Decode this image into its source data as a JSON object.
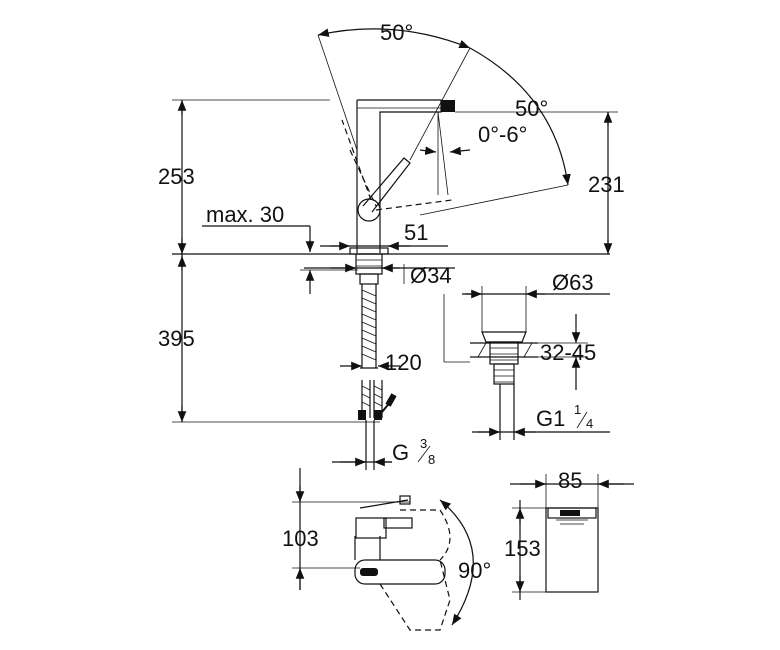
{
  "drawing": {
    "top_angle": "50°",
    "side_angle": "50°",
    "tilt": "0°-6°",
    "height_total": "253",
    "height_spout": "231",
    "max_label": "max. 30",
    "dim_51": "51",
    "dia_34": "Ø34",
    "depth_395": "395",
    "len_120": "120",
    "thread_g": "G",
    "thread_g_sup": "3",
    "thread_g_sub": "8",
    "dia_63": "Ø63",
    "range_32_45": "32-45",
    "thread_g1": "G1",
    "thread_g1_sup": "1",
    "thread_g1_sub": "4",
    "width_85": "85",
    "len_103": "103",
    "len_153": "153",
    "angle_90": "90°"
  }
}
